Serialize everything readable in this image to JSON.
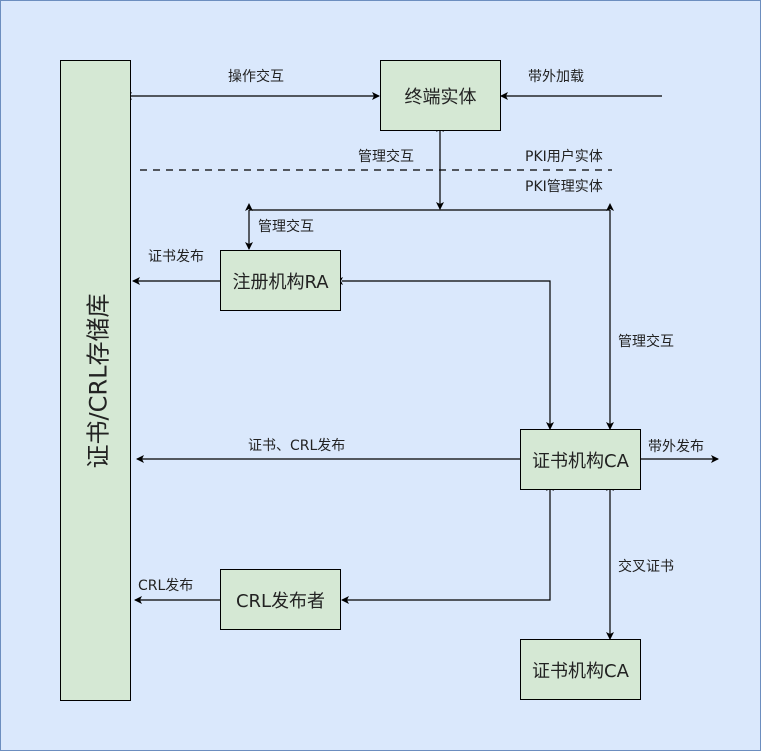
{
  "nodes": {
    "store": "证书/CRL存储库",
    "end_entity": "终端实体",
    "ra": "注册机构RA",
    "ca": "证书机构CA",
    "crl_publisher": "CRL发布者",
    "ca2": "证书机构CA"
  },
  "edges": {
    "operation": "操作交互",
    "out_of_band_load": "带外加载",
    "mgmt_ee": "管理交互",
    "pki_user": "PKI用户实体",
    "pki_mgmt": "PKI管理实体",
    "mgmt_ra": "管理交互",
    "cert_publish": "证书发布",
    "mgmt_ca": "管理交互",
    "cert_crl_publish": "证书、CRL发布",
    "out_of_band_publish": "带外发布",
    "crl_publish": "CRL发布",
    "cross_cert": "交叉证书"
  },
  "colors": {
    "background": "#dae8fc",
    "border": "#6c8ebf",
    "node_fill": "#d5e8d4"
  }
}
